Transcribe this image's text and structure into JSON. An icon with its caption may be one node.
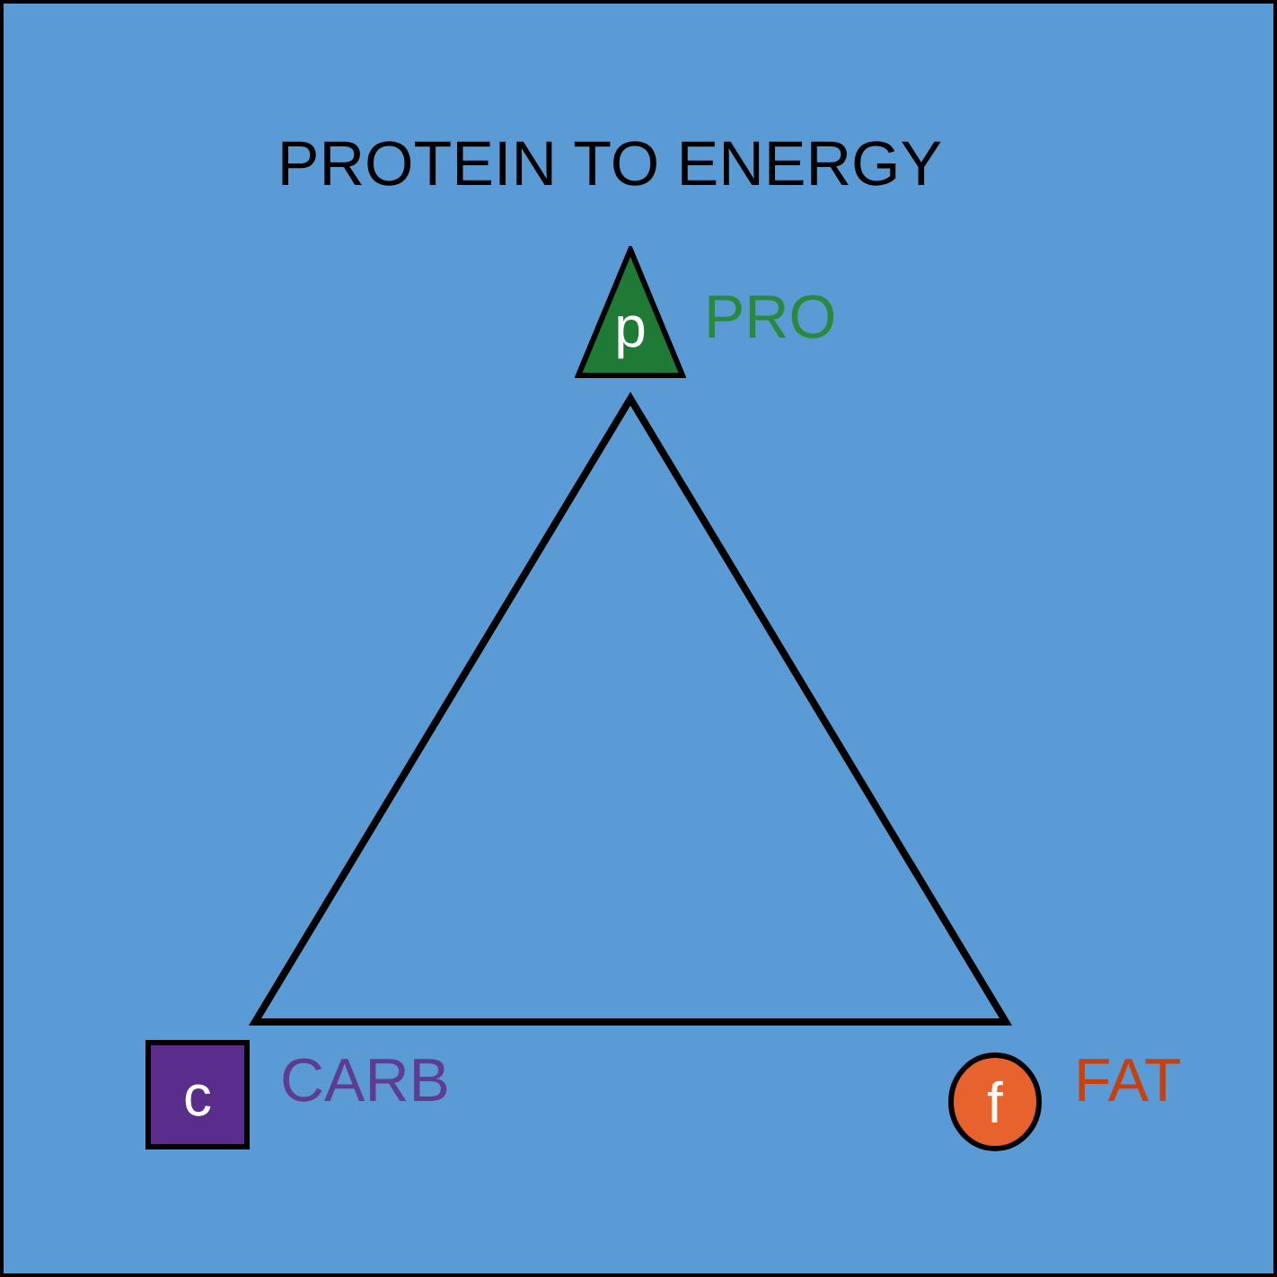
{
  "diagram": {
    "title": "PROTEIN TO ENERGY",
    "nodes": [
      {
        "text": [
          "p"
        ],
        "beside": [
          "PRO"
        ]
      },
      {
        "text": [
          "c"
        ],
        "beside": [
          "CARB"
        ]
      },
      {
        "text": [
          "f"
        ],
        "beside": [
          "FAT"
        ]
      }
    ]
  }
}
